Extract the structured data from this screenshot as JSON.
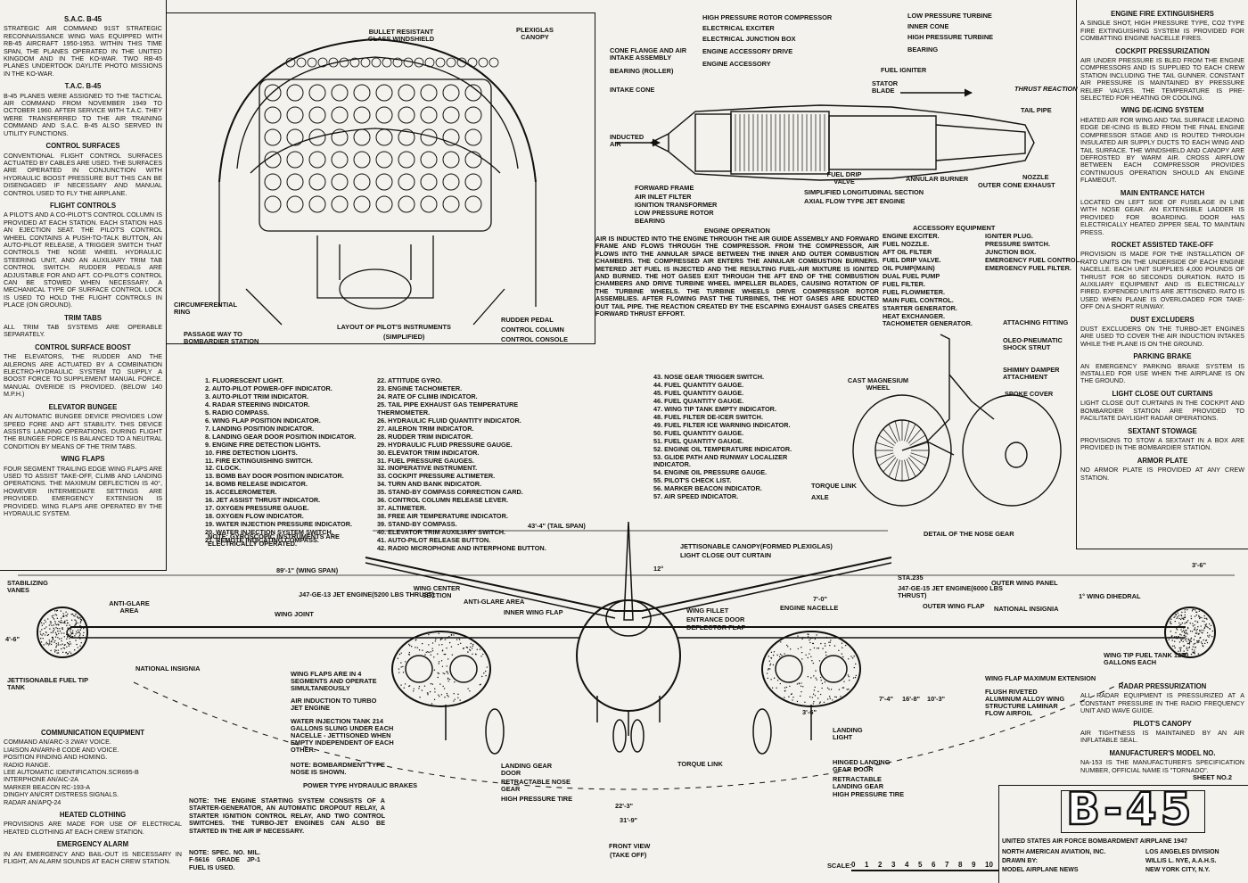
{
  "left_column": [
    {
      "heading": "S.A.C. B-45",
      "text": "Strategic Air Command 91st Strategic Reconnaissance Wing was equipped with RB-45 aircraft 1950-1953. Within this time span, the planes operated in the United Kingdom and in the Ko-War. Two RB-45 planes undertook daylite photo missions in the Ko-War."
    },
    {
      "heading": "T.A.C. B-45",
      "text": "B-45 planes were assigned to the Tactical Air Command from November 1949 to October 1960. After service with T.A.C. they were transferred to the Air Training Command and S.A.C. B-45 also served in utility functions."
    },
    {
      "heading": "Control Surfaces",
      "text": "Conventional flight control surfaces actuated by cables are used. The surfaces are operated in conjunction with hydraulic boost pressure but this can be disengaged if necessary and manual control used to fly the airplane."
    },
    {
      "heading": "Flight Controls",
      "text": "A pilot's and a co-pilot's control column is provided at each station. Each station has an ejection seat. The pilot's control wheel contains a push-to-talk button, an auto-pilot release, a trigger switch that controls the nose wheel hydraulic steering unit, and an auxiliary trim tab control switch. Rudder pedals are adjustable for and aft. Co-pilot's control can be stowed when necessary. A mechanical type of surface control lock is used to hold the flight controls in place (on ground)."
    },
    {
      "heading": "Trim Tabs",
      "text": "All trim tab systems are operable separately."
    },
    {
      "heading": "Control Surface Boost",
      "text": "The elevators, the rudder and the ailerons are actuated by a combination electro-hydraulic system to supply a boost force to supplement manual force. Manual overide is provided. (Below 140 M.P.H.)"
    },
    {
      "heading": "Elevator Bungee",
      "text": "An automatic bungee device provides low speed fore and aft stability. This device assists landing operations. During flight the bungee force is balanced to a neutral condition by means of the trim tabs."
    },
    {
      "heading": "Wing Flaps",
      "text": "Four segment trailing edge wing flaps are used to assist take-off, climb and landing operations. The maximum deflection is 40°, however intermediate settings are provided. Emergency extension is provided. Wing flaps are operated by the hydraulic system."
    }
  ],
  "right_column": [
    {
      "heading": "Engine Fire Extinguishers",
      "text": "A single shot, high pressure type, CO2 type fire extinguishing system is provided for combatting engine nacelle fires."
    },
    {
      "heading": "Cockpit Pressurization",
      "text": "Air under pressure is bled from the engine compressors and is supplied to each crew station including the tail gunner. Constant air pressure is maintained by pressure relief valves. The temperature is pre-selected for heating or cooling."
    },
    {
      "heading": "Wing De-icing System",
      "text": "Heated air for wing and tail surface leading edge de-icing is bled from the final engine compressor stage and is routed through insulated air supply ducts to each wing and tail surface. The windshield and canopy are defrosted by warm air. Cross airflow between each compressor provides continuous operation should an engine flameout."
    },
    {
      "heading": "Main Entrance Hatch",
      "text": "Located on left side of fuselage in line with nose gear. An extensible ladder is provided for boarding. Door has electrically heated zipper seal to maintain press."
    },
    {
      "heading": "Rocket Assisted Take-off",
      "text": "Provision is made for the installation of RATO units on the underside of each engine nacelle. Each unit supplies 4,000 pounds of thrust for 60 seconds duration. RATO is auxiliary equipment and is electrically fired. Expended units are jettisoned. RATO is used when plane is overloaded for take-off on a short runway."
    },
    {
      "heading": "Dust Excluders",
      "text": "Dust excluders on the turbo-jet engines are used to cover the air induction intakes while the plane is on the ground."
    },
    {
      "heading": "Parking Brake",
      "text": "An emergency parking brake system is installed for use when the airplane is on the ground."
    },
    {
      "heading": "Light Close Out Curtains",
      "text": "Light close out curtains in the cockpit and bombardier station are provided to facilitate daylight radar operations."
    },
    {
      "heading": "Sextant Stowage",
      "text": "Provisions to stow a sextant in a box are provided in the bombardier station."
    },
    {
      "heading": "Armor Plate",
      "text": "No armor plate is provided at any crew station."
    }
  ],
  "right_bottom": [
    {
      "heading": "Radar Pressurization",
      "text": "All radar equipment is pressurized at a constant pressure in the radio frequency unit and wave guide."
    },
    {
      "heading": "Pilot's Canopy",
      "text": "Air tightness is maintained by an air inflatable seal."
    },
    {
      "heading": "Manufacturer's Model No.",
      "text": "NA-153 is the manufacturer's specification number, official name is \"Tornado\"."
    }
  ],
  "communication": {
    "heading": "Communication Equipment",
    "lines": [
      "Command AN/ARC-3 2way voice.",
      "Liaison AN/ARN-8 code and voice.",
      "Position finding and homing.",
      "Radio range.",
      "Lee automatic identification.SCR695-B",
      "Interphone AN/AIC-2A",
      "Marker beacon RC-193-A",
      "Dinghy AN/CRT distress signals.",
      "Radar AN/APQ-24"
    ]
  },
  "heated_clothing": {
    "heading": "Heated Clothing",
    "text": "Provisions are made for use of electrical heated clothing at each crew station."
  },
  "emergency_alarm": {
    "heading": "Emergency Alarm",
    "text": "In an emergency and bail-out is necessary in flight, an alarm sounds at each crew station."
  },
  "engine_operation": {
    "heading": "Engine Operation",
    "text": "Air is inducted into the engine through the air guide assembly and forward frame and flows through the compressor. From the compressor, air flows into the annular space between the inner and outer combustion chambers. The compressed air enters the annular combustion burners. Metered jet fuel is injected and the resulting fuel-air mixture is ignited and burned. The hot gases exit through the aft end of the combustion chambers and drive turbine wheel impeller blades, causing rotation of the turbine wheels. The turbine wheels drive compressor rotor assemblies. After flowing past the turbines, the hot gases are educted out tail pipe. The reaction created by the escaping exhaust gases creates forward thrust effort."
  },
  "accessory": {
    "heading": "Accessory Equipment",
    "col1": [
      "Engine exciter.",
      "Fuel nozzle.",
      "Aft oil filter",
      "Fuel drip valve.",
      "Oil pump(main)",
      "Dual fuel pump",
      "Fuel filter.",
      "Fuel flowmeter.",
      "Main fuel control.",
      "Starter generator.",
      "Heat exchanger.",
      "Tachometer generator."
    ],
    "col2": [
      "Igniter plug.",
      "Pressure switch.",
      "Junction box.",
      "Emergency fuel control.",
      "Emergency fuel filter."
    ]
  },
  "instruments_1": [
    "1. Fluorescent light.",
    "2. Auto-pilot power-off indicator.",
    "3. Auto-pilot trim indicator.",
    "4. Radar steering indicator.",
    "5. Radio compass.",
    "6. Wing flap position indicator.",
    "7. Landing position indicator.",
    "8. Landing gear door position indicator.",
    "9. Engine fire detection lights.",
    "10. Fire detection lights.",
    "11. Fire extinguishing switch.",
    "12. Clock.",
    "13. Bomb bay door position indicator.",
    "14. Bomb release indicator.",
    "15. Accelerometer.",
    "16. Jet assist thrust indicator.",
    "17. Oxygen pressure gauge.",
    "18. Oxygen flow indicator.",
    "19. Water injection pressure indicator.",
    "20. Water injection system switch.",
    "21. Remote indicating compass."
  ],
  "instruments_2": [
    "22. Attitude gyro.",
    "23. Engine tachometer.",
    "24. Rate of climb indicator.",
    "25. Tail pipe exhaust gas temperature thermometer.",
    "26. Hydraulic fluid quantity indicator.",
    "27. Aileron trim indicator.",
    "28. Rudder trim indicator.",
    "29. Hydraulic fluid pressure gauge.",
    "30. Elevator trim indicator.",
    "31. Fuel pressure gauges.",
    "32. Inoperative instrument.",
    "33. Cockpit pressure altimeter.",
    "34. Turn and bank indicator.",
    "35. Stand-by compass correction card.",
    "36. Control column release lever.",
    "37. Altimeter.",
    "38. Free air temperature indicator.",
    "39. Stand-by compass.",
    "40. Elevator trim auxiliary switch.",
    "41. Auto-pilot release button.",
    "42. Radio microphone and interphone button."
  ],
  "instruments_3": [
    "43. Nose gear trigger switch.",
    "44. Fuel quantity gauge.",
    "45. Fuel quantity gauge.",
    "46. Fuel quantity gauge.",
    "47. Wing tip tank empty indicator.",
    "48. Fuel filter de-icer switch.",
    "49. Fuel filter ice warning indicator.",
    "50. Fuel quantity gauge.",
    "51. Fuel quantity gauge.",
    "52. Engine oil temperature indicator.",
    "53. Glide path and runway localizer indicator.",
    "54. Engine oil pressure gauge.",
    "55. Pilot's check list.",
    "56. Marker beacon indicator.",
    "57. Air speed indicator."
  ],
  "gyro_note": "Note: Gyroscopic instruments are electrically operated.",
  "starting_note": "Note: The engine starting system consists of a starter-generator, an automatic dropout relay, a starter ignition control relay, and two control switches. The turbo-jet engines can also be started in the air if necessary.",
  "fuel_note": "Note: Spec. No. Mil. F-5616 grade JP-1 fuel is used.",
  "cockpit_labels": {
    "windshield": "Bullet resistant glass windshield",
    "canopy": "Plexiglas canopy",
    "ring": "Circumferential ring",
    "passage": "Passage way to bombardier station",
    "rudder": "Rudder pedal",
    "column": "Control column",
    "console": "Control console",
    "layout": "Layout of pilot's instruments",
    "simplified": "(Simplified)"
  },
  "engine_labels": {
    "hp_rotor": "High pressure rotor compressor",
    "exciter": "Electrical exciter",
    "jbox": "Electrical junction box",
    "drive": "Engine accessory drive",
    "accessory": "Engine accessory",
    "cone_flange": "Cone flange and air intake assembly",
    "bearing_roller": "Bearing (roller)",
    "intake_cone": "Intake cone",
    "inducted": "Inducted air",
    "lp_turbine": "Low pressure turbine",
    "inner_cone": "Inner cone",
    "hp_turbine": "High pressure turbine",
    "bearing": "Bearing",
    "fuel_igniter": "Fuel igniter",
    "stator": "Stator blade",
    "thrust": "Thrust reaction",
    "tail_pipe": "Tail pipe",
    "nozzle": "Nozzle",
    "outer_cone": "Outer cone exhaust",
    "annular": "Annular burner",
    "drip": "Fuel drip valve",
    "forward_frame": "Forward frame",
    "inlet_filter": "Air inlet filter",
    "transformer": "Ignition transformer",
    "lp_rotor": "Low pressure rotor",
    "bearing2": "Bearing",
    "caption1": "Simplified longitudinal section",
    "caption2": "Axial flow type jet engine"
  },
  "gear_labels": {
    "fitting": "Attaching fitting",
    "oleo": "Oleo-pneumatic shock strut",
    "shimmy": "Shimmy damper attachment",
    "spoke": "Spoke cover",
    "wheel": "Cast magnesium wheel",
    "torque": "Torque link",
    "axle": "Axle",
    "detail": "Detail of the nose gear"
  },
  "front_labels": {
    "tail_span": "43'-4\" (Tail span)",
    "wing_span": "89'-1\" (Wing span)",
    "canopy": "Jettisonable canopy(formed plexiglas)",
    "curtain": "Light close out curtain",
    "dihedral_tail": "12°",
    "sta": "Sta.235",
    "outer_panel": "Outer wing panel",
    "j47_right": "J47-GE-15 jet engine(6000 lbs thrust)",
    "j47_left": "J47-GE-13 jet engine(5200 lbs thrust)",
    "wing_center": "Wing center section",
    "anti_glare_area": "Anti-glare area",
    "inner_flap": "Inner wing flap",
    "fillet": "Wing fillet",
    "entrance": "Entrance door",
    "deflector": "Deflector flap",
    "nacelle": "Engine nacelle",
    "nacelle_w": "7'-0\"",
    "outer_flap": "Outer wing flap",
    "insignia_r": "National insignia",
    "wing_dihedral": "1° wing dihedral",
    "tip_dim": "3'-6\"",
    "vanes": "Stabilizing vanes",
    "anti_glare": "Anti-glare area",
    "wing_joint": "Wing joint",
    "tip_dim_l": "4'-6\"",
    "insignia_l": "National insignia",
    "jett_tank": "Jettisonable fuel tip tank",
    "flaps_segments": "Wing flaps are in 4 segments and operate simultaneously",
    "air_induction": "Air induction to turbo jet engine",
    "water_tank": "Water injection tank 214 gallons slung under each nacelle - jettisoned when empty independent of each other.",
    "bomb_note": "Note: Bombardment type nose is shown.",
    "hyd_brakes": "Power type hydraulic brakes",
    "gear_door": "Landing gear door",
    "retract_nose": "Retractable nose gear",
    "hp_tire": "High pressure tire",
    "torque": "Torque link",
    "tip_tank": "Wing tip fuel tank 1250 gallons each",
    "flap_ext": "Wing flap maximum extension",
    "flush": "Flush riveted aluminum alloy wing structure laminar flow airfoil",
    "landing_light": "Landing light",
    "hinged_door": "Hinged landing gear door",
    "retract_gear": "Retractable landing gear",
    "hp_tire_r": "High pressure tire",
    "dim1": "7'-4\"",
    "dim2": "16'-8\"",
    "dim3": "10'-3\"",
    "dim4": "3'-6\"",
    "track": "22'-3\"",
    "span_gear": "31'-9\"",
    "front_view": "Front view",
    "take_off": "(Take off)"
  },
  "scale": {
    "label": "Scale:",
    "marks": [
      "0",
      "1",
      "2",
      "3",
      "4",
      "5",
      "6",
      "7",
      "8",
      "9",
      "10"
    ]
  },
  "sheet": "Sheet No.2",
  "title_block": {
    "big": "B-45",
    "line1": "United States Air Force Bombardment Airplane 1947",
    "maker": "North American Aviation, Inc.",
    "division": "Los Angeles Division",
    "drawn": "Drawn by:",
    "drawer": "Willis L. Nye, A.A.H.S.",
    "pub": "Model Airplane News",
    "city": "New York City, N.Y."
  }
}
